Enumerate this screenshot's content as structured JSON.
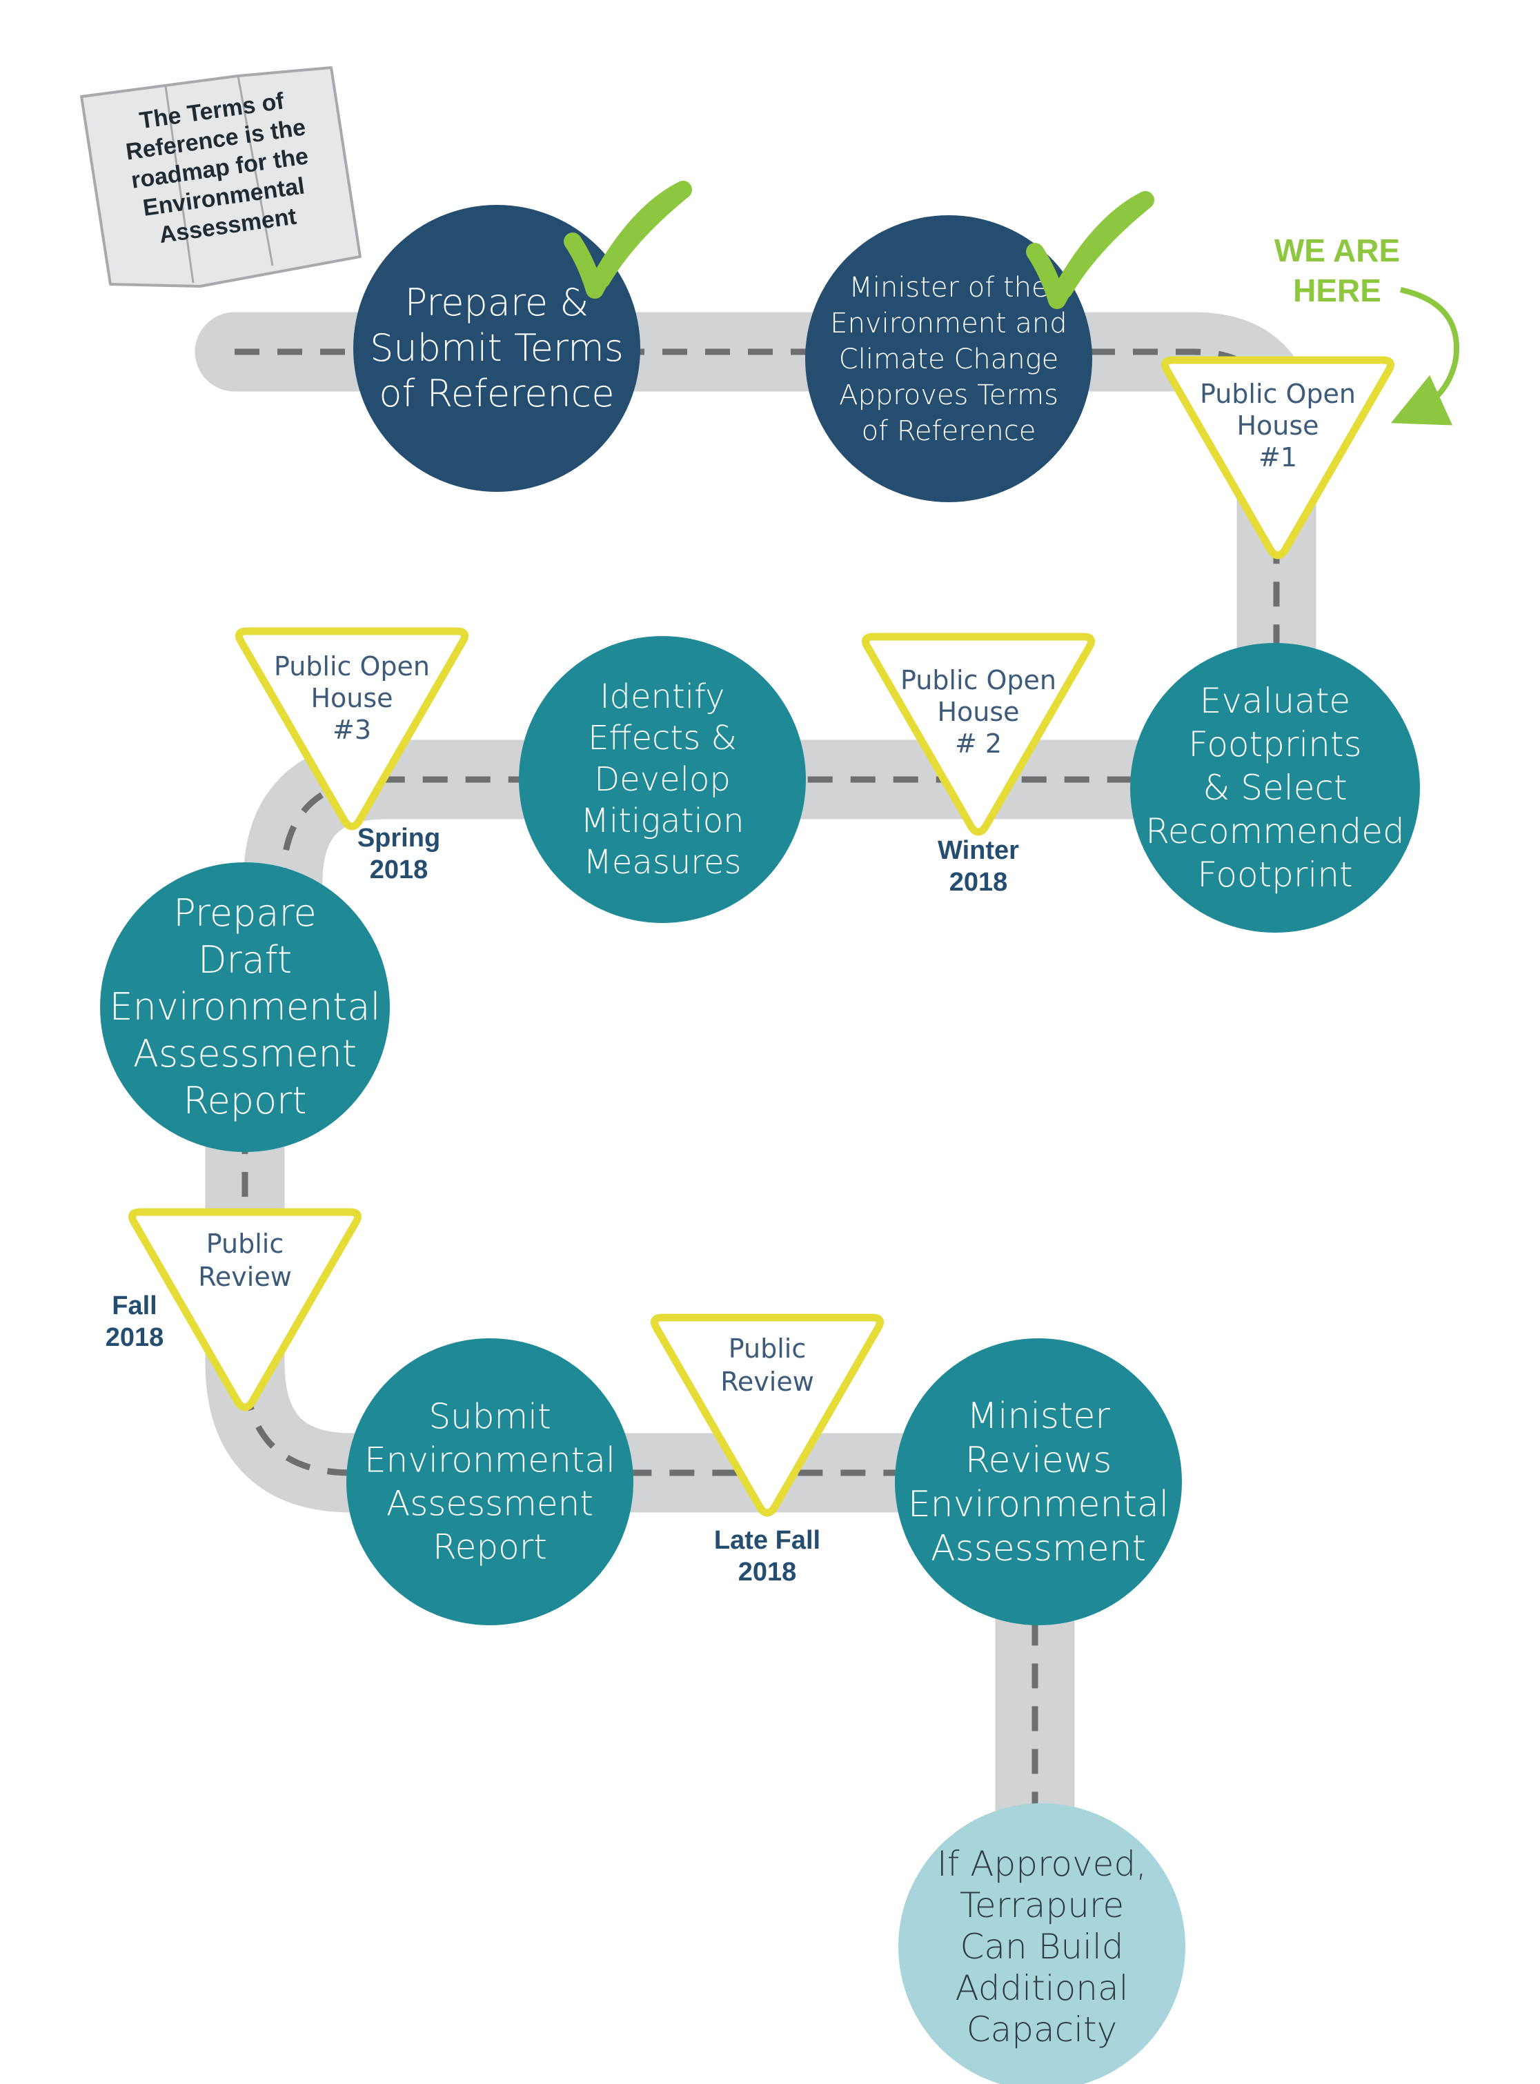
{
  "map_note": {
    "lines": [
      "The Terms of",
      "Reference is the",
      "roadmap for the",
      "Environmental",
      "Assessment"
    ]
  },
  "you_are_here": {
    "lines": [
      "WE ARE",
      "HERE"
    ]
  },
  "stages": [
    {
      "id": "prepare-submit-tor",
      "lines": [
        "Prepare &",
        "Submit Terms",
        "of Reference"
      ],
      "completed": true
    },
    {
      "id": "minister-approves-tor",
      "lines": [
        "Minister of the",
        "Environment and",
        "Climate Change",
        "Approves Terms",
        "of Reference"
      ],
      "completed": true
    },
    {
      "id": "evaluate-footprints",
      "lines": [
        "Evaluate",
        "Footprints",
        "& Select",
        "Recommended",
        "Footprint"
      ],
      "completed": false
    },
    {
      "id": "identify-effects",
      "lines": [
        "Identify",
        "Effects &",
        "Develop",
        "Mitigation",
        "Measures"
      ],
      "completed": false
    },
    {
      "id": "prepare-draft-ea",
      "lines": [
        "Prepare",
        "Draft",
        "Environmental",
        "Assessment",
        "Report"
      ],
      "completed": false
    },
    {
      "id": "submit-ea",
      "lines": [
        "Submit",
        "Environmental",
        "Assessment",
        "Report"
      ],
      "completed": false
    },
    {
      "id": "minister-reviews-ea",
      "lines": [
        "Minister",
        "Reviews",
        "Environmental",
        "Assessment"
      ],
      "completed": false
    },
    {
      "id": "if-approved",
      "lines": [
        "If Approved,",
        "Terrapure",
        "Can Build",
        "Additional",
        "Capacity"
      ],
      "completed": false
    }
  ],
  "consultations": [
    {
      "id": "open-house-1",
      "lines": [
        "Public Open",
        "House",
        "#1"
      ]
    },
    {
      "id": "open-house-2",
      "lines": [
        "Public Open",
        "House",
        "# 2"
      ]
    },
    {
      "id": "open-house-3",
      "lines": [
        "Public Open",
        "House",
        "#3"
      ]
    },
    {
      "id": "public-review-1",
      "lines": [
        "Public",
        "Review"
      ]
    },
    {
      "id": "public-review-2",
      "lines": [
        "Public",
        "Review"
      ]
    }
  ],
  "timing_labels": [
    {
      "id": "winter-2018",
      "lines": [
        "Winter",
        "2018"
      ]
    },
    {
      "id": "spring-2018",
      "lines": [
        "Spring",
        "2018"
      ]
    },
    {
      "id": "fall-2018",
      "lines": [
        "Fall",
        "2018"
      ]
    },
    {
      "id": "late-fall-2018",
      "lines": [
        "Late Fall",
        "2018"
      ]
    }
  ],
  "colors": {
    "completed_stage": "#244d70",
    "upcoming_stage": "#1f8a96",
    "final_stage": "#a8d4dc",
    "road": "#d1d3d5",
    "road_dash": "#6d6e70",
    "consultation_outline": "#e6dc37",
    "checkmark": "#8dc63f",
    "you_are_here": "#8dc63f",
    "timing_label": "#244d70"
  }
}
